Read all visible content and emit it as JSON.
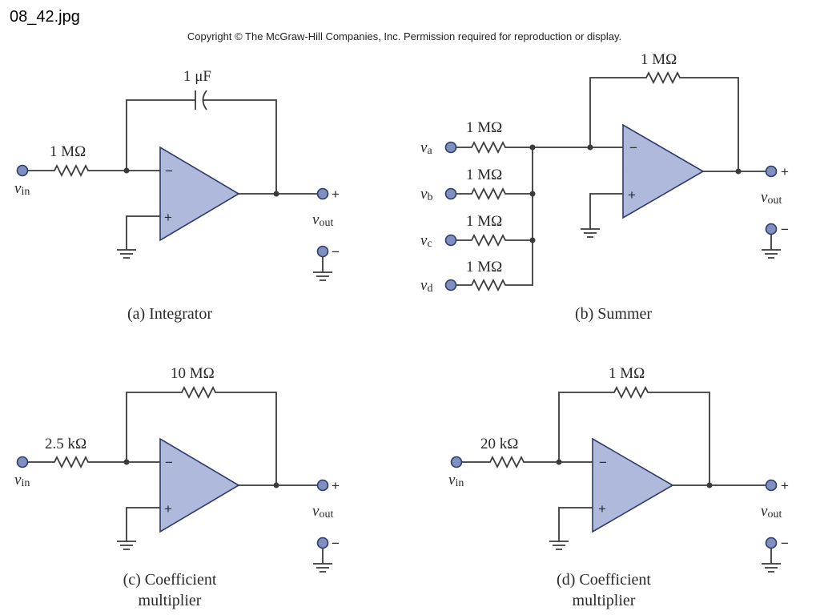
{
  "file_name": "08_42.jpg",
  "copyright": "Copyright © The McGraw-Hill Companies, Inc. Permission required for reproduction or display.",
  "circuits": {
    "a": {
      "caption": "(a) Integrator",
      "input_resistor": "1 MΩ",
      "feedback_capacitor": "1 μF",
      "input_label": "v",
      "input_sub": "in",
      "output_label": "v",
      "output_sub": "out"
    },
    "b": {
      "caption": "(b) Summer",
      "feedback_resistor": "1 MΩ",
      "inputs": [
        {
          "resistor": "1 MΩ",
          "label": "v",
          "sub": "a"
        },
        {
          "resistor": "1 MΩ",
          "label": "v",
          "sub": "b"
        },
        {
          "resistor": "1 MΩ",
          "label": "v",
          "sub": "c"
        },
        {
          "resistor": "1 MΩ",
          "label": "v",
          "sub": "d"
        }
      ],
      "output_label": "v",
      "output_sub": "out"
    },
    "c": {
      "caption_line1": "(c) Coefficient",
      "caption_line2": "multiplier",
      "input_resistor": "2.5 kΩ",
      "feedback_resistor": "10 MΩ",
      "input_label": "v",
      "input_sub": "in",
      "output_label": "v",
      "output_sub": "out"
    },
    "d": {
      "caption_line1": "(d) Coefficient",
      "caption_line2": "multiplier",
      "input_resistor": "20 kΩ",
      "feedback_resistor": "1 MΩ",
      "input_label": "v",
      "input_sub": "in",
      "output_label": "v",
      "output_sub": "out"
    }
  },
  "signs": {
    "plus": "+",
    "minus": "−"
  },
  "colors": {
    "opamp_fill": "#aeb9dc",
    "wire": "#3a3a3a",
    "terminal": "#7f8fc0"
  }
}
